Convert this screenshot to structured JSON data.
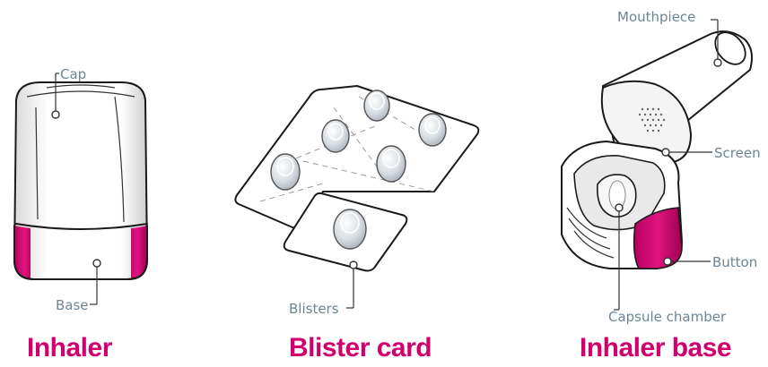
{
  "labels": {
    "cap": "Cap",
    "base": "Base",
    "blisters": "Blisters",
    "mouthpiece": "Mouthpiece",
    "screen": "Screen",
    "button": "Button",
    "capsule_chamber": "Capsule chamber"
  },
  "titles": {
    "inhaler": "Inhaler",
    "blister_card": "Blister card",
    "inhaler_base": "Inhaler base"
  },
  "colors": {
    "accent_magenta": "#d1006f",
    "label_gray_blue": "#6d8596"
  }
}
